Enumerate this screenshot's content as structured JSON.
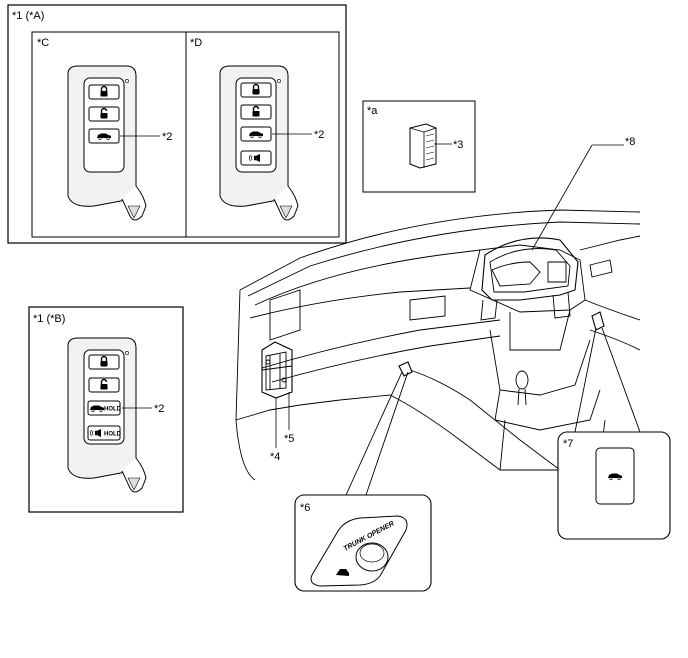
{
  "callouts": {
    "key_a": "*1 (*A)",
    "key_b": "*1 (*B)",
    "panel_c": "*C",
    "panel_d": "*D",
    "panel_a_lower": "*a",
    "trunk_button_c": "*2",
    "trunk_button_d": "*2",
    "trunk_button_b": "*2",
    "receiver": "*3",
    "ecu_4": "*4",
    "ecu_5": "*5",
    "opener_switch": "*6",
    "trunk_switch": "*7",
    "meter": "*8"
  },
  "button_text": {
    "hold_trunk": "HOLD",
    "hold_panic": "HOLD"
  },
  "switch_text": {
    "trunk_opener": "TRUNK OPENER"
  },
  "icons": [
    "lock-icon",
    "unlock-icon",
    "trunk-icon",
    "panic-icon"
  ],
  "colors": {
    "line": "#000000",
    "background": "#ffffff",
    "fob_shade": "#f2f2f2"
  }
}
